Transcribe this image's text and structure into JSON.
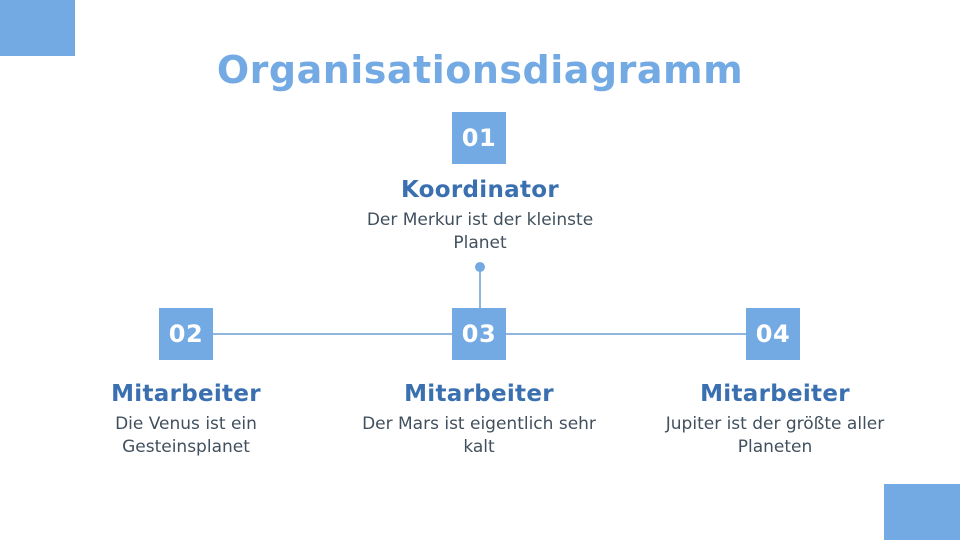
{
  "slide": {
    "title": "Organisationsdiagramm",
    "colors": {
      "accent_light": "#74aae4",
      "heading_blue": "#3a6fb0",
      "body_gray": "#41505e",
      "connector": "#8fb6dd",
      "background": "#ffffff"
    }
  },
  "nodes": [
    {
      "number": "01",
      "heading": "Koordinator",
      "body": "Der Merkur ist der kleinste Planet"
    },
    {
      "number": "02",
      "heading": "Mitarbeiter",
      "body": "Die Venus ist ein Gesteinsplanet"
    },
    {
      "number": "03",
      "heading": "Mitarbeiter",
      "body": "Der Mars ist eigentlich sehr kalt"
    },
    {
      "number": "04",
      "heading": "Mitarbeiter",
      "body": "Jupiter ist der größte aller Planeten"
    }
  ]
}
